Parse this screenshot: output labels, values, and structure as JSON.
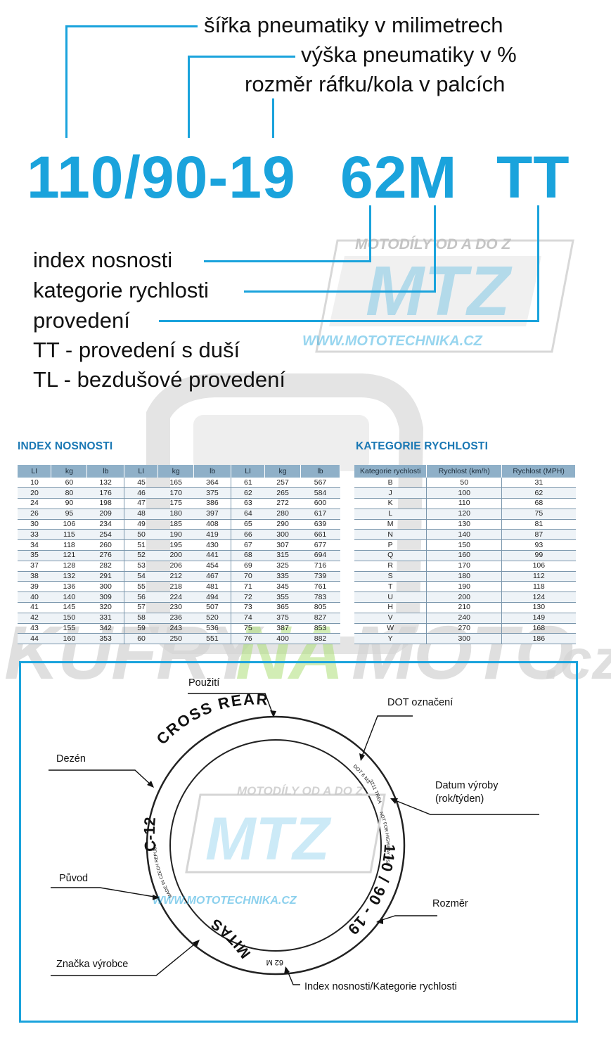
{
  "top": {
    "labels": {
      "width": "šířka pneumatiky v milimetrech",
      "height": "výška pneumatiky v %",
      "rim": "rozměr ráfku/kola v palcích"
    },
    "code": {
      "size": "110/90-19",
      "index": "62M",
      "type": "TT"
    },
    "bottom_labels": {
      "load": "index nosnosti",
      "speed": "kategorie rychlosti",
      "design": "provedení",
      "tt": "TT - provedení s duší",
      "tl": "TL - bezdušové provedení"
    }
  },
  "watermark": {
    "slogan": "MOTODÍLY OD A DO Z",
    "logo": "MTZ",
    "url": "WWW.MOTOTECHNIKA.CZ",
    "site": "KUFRYNAMOTO.cz",
    "color_blue": "#1aa3dc",
    "color_gray": "#c8c8c8"
  },
  "load_table": {
    "title": "INDEX NOSNOSTI",
    "headers": [
      "LI",
      "kg",
      "lb",
      "LI",
      "kg",
      "lb",
      "LI",
      "kg",
      "lb"
    ],
    "rows": [
      [
        "10",
        "60",
        "132",
        "45",
        "165",
        "364",
        "61",
        "257",
        "567"
      ],
      [
        "20",
        "80",
        "176",
        "46",
        "170",
        "375",
        "62",
        "265",
        "584"
      ],
      [
        "24",
        "90",
        "198",
        "47",
        "175",
        "386",
        "63",
        "272",
        "600"
      ],
      [
        "26",
        "95",
        "209",
        "48",
        "180",
        "397",
        "64",
        "280",
        "617"
      ],
      [
        "30",
        "106",
        "234",
        "49",
        "185",
        "408",
        "65",
        "290",
        "639"
      ],
      [
        "33",
        "115",
        "254",
        "50",
        "190",
        "419",
        "66",
        "300",
        "661"
      ],
      [
        "34",
        "118",
        "260",
        "51",
        "195",
        "430",
        "67",
        "307",
        "677"
      ],
      [
        "35",
        "121",
        "276",
        "52",
        "200",
        "441",
        "68",
        "315",
        "694"
      ],
      [
        "37",
        "128",
        "282",
        "53",
        "206",
        "454",
        "69",
        "325",
        "716"
      ],
      [
        "38",
        "132",
        "291",
        "54",
        "212",
        "467",
        "70",
        "335",
        "739"
      ],
      [
        "39",
        "136",
        "300",
        "55",
        "218",
        "481",
        "71",
        "345",
        "761"
      ],
      [
        "40",
        "140",
        "309",
        "56",
        "224",
        "494",
        "72",
        "355",
        "783"
      ],
      [
        "41",
        "145",
        "320",
        "57",
        "230",
        "507",
        "73",
        "365",
        "805"
      ],
      [
        "42",
        "150",
        "331",
        "58",
        "236",
        "520",
        "74",
        "375",
        "827"
      ],
      [
        "43",
        "155",
        "342",
        "59",
        "243",
        "536",
        "75",
        "387",
        "853"
      ],
      [
        "44",
        "160",
        "353",
        "60",
        "250",
        "551",
        "76",
        "400",
        "882"
      ]
    ]
  },
  "speed_table": {
    "title": "KATEGORIE RYCHLOSTI",
    "headers": [
      "Kategorie rychlosti",
      "Rychlost (km/h)",
      "Rychlost (MPH)"
    ],
    "rows": [
      [
        "B",
        "50",
        "31"
      ],
      [
        "J",
        "100",
        "62"
      ],
      [
        "K",
        "110",
        "68"
      ],
      [
        "L",
        "120",
        "75"
      ],
      [
        "M",
        "130",
        "81"
      ],
      [
        "N",
        "140",
        "87"
      ],
      [
        "P",
        "150",
        "93"
      ],
      [
        "Q",
        "160",
        "99"
      ],
      [
        "R",
        "170",
        "106"
      ],
      [
        "S",
        "180",
        "112"
      ],
      [
        "T",
        "190",
        "118"
      ],
      [
        "U",
        "200",
        "124"
      ],
      [
        "H",
        "210",
        "130"
      ],
      [
        "V",
        "240",
        "149"
      ],
      [
        "W",
        "270",
        "168"
      ],
      [
        "Y",
        "300",
        "186"
      ]
    ]
  },
  "diagram": {
    "labels": {
      "use": "Použití",
      "dot": "DOT označení",
      "pattern": "Dezén",
      "date_line1": "Datum výroby",
      "date_line2": "(rok/týden)",
      "origin": "Původ",
      "size": "Rozměr",
      "brand": "Značka výrobce",
      "index": "Index nosnosti/Kategorie rychlosti"
    },
    "tire_text": {
      "use": "CROSS REAR",
      "pattern": "C-12",
      "brand": "MITAS",
      "size": "110 / 90 - 19",
      "index": "62 M",
      "dot": "DOT 6 M3",
      "date": "3211",
      "tread": "TREAD",
      "highway": "NOT FOR HIGHWAY USE",
      "origin": "MADE IN CZECH REPUBLIC TL/TT"
    }
  }
}
